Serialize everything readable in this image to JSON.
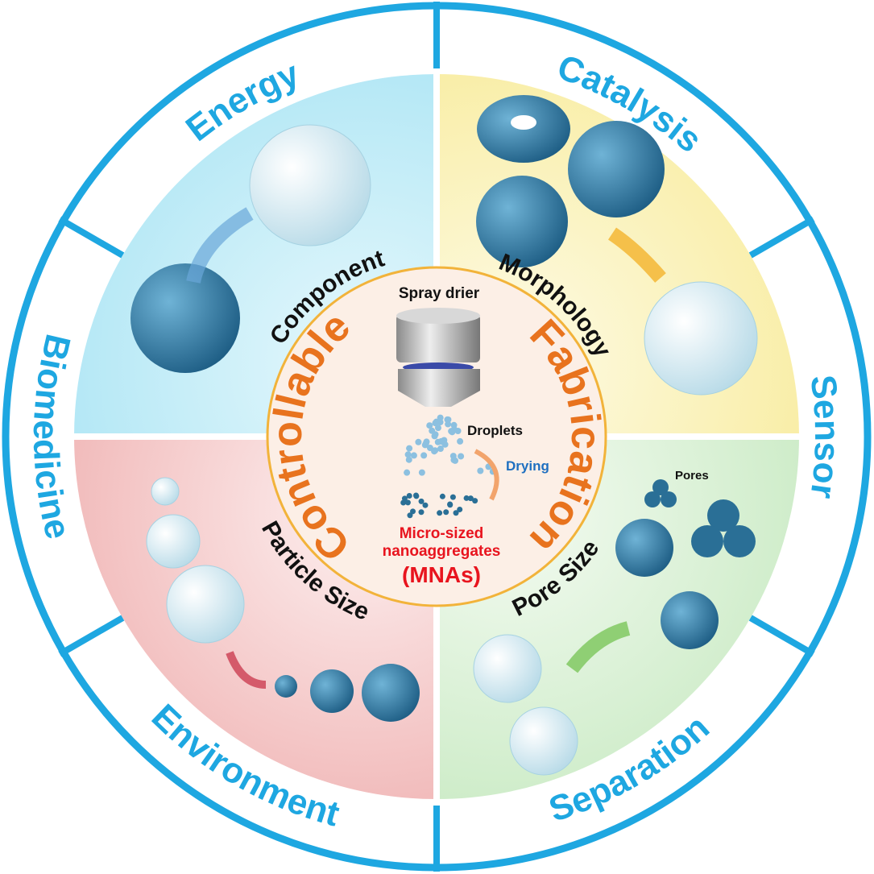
{
  "applications": [
    "Energy",
    "Catalysis",
    "Sensor",
    "Separation",
    "Environment",
    "Biomedicine"
  ],
  "properties": {
    "component": "Component",
    "morphology": "Morphology",
    "particle_size": "Particle Size",
    "pore_size": "Pore Size"
  },
  "core": {
    "left": "Controllable",
    "right": "Fabrication",
    "spray_drier": "Spray drier",
    "droplets": "Droplets",
    "drying": "Drying",
    "product_line1": "Micro-sized",
    "product_line2": "nanoaggregates",
    "product_abbr": "(MNAs)"
  },
  "pores_label": "Pores",
  "colors": {
    "ring": "#1ea7e1",
    "core_text": "#e8731e",
    "product_text": "#e8141e",
    "drying_text": "#1e6fc0",
    "inner_circle_border": "#f2b33a",
    "particle": "#2a6f96"
  }
}
